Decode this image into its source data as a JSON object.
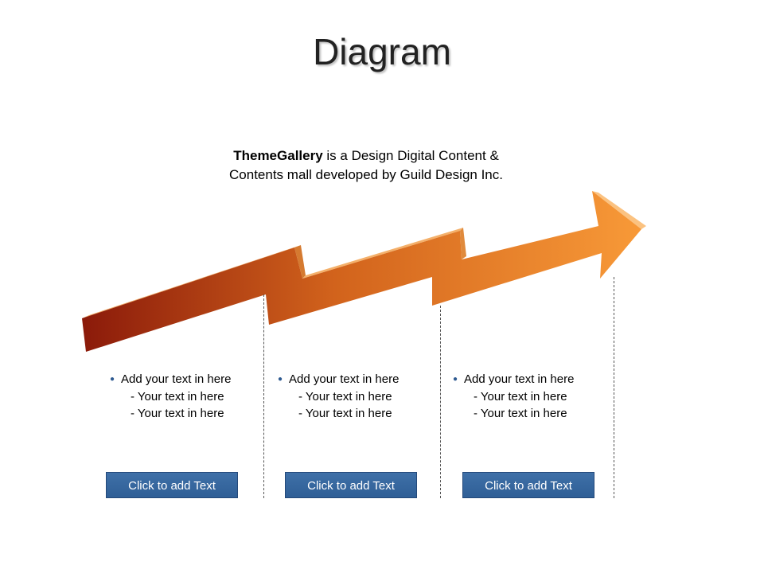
{
  "title": "Diagram",
  "intro": {
    "brand": "ThemeGallery",
    "line1_rest": " is a Design Digital Content &",
    "line2": "Contents mall developed by Guild Design Inc."
  },
  "columns": [
    {
      "main": "Add your text in here",
      "sub1": "- Your text in here",
      "sub2": "- Your text in here",
      "button": "Click to add Text"
    },
    {
      "main": "Add your text in here",
      "sub1": "- Your text in here",
      "sub2": "- Your text in here",
      "button": "Click to add Text"
    },
    {
      "main": "Add your text in here",
      "sub1": "- Your text in here",
      "sub2": "- Your text in here",
      "button": "Click to add Text"
    }
  ],
  "colors": {
    "arrow_start": "#8b1a0a",
    "arrow_mid": "#d2631c",
    "arrow_end": "#f89a38",
    "button": "#3567a0"
  }
}
